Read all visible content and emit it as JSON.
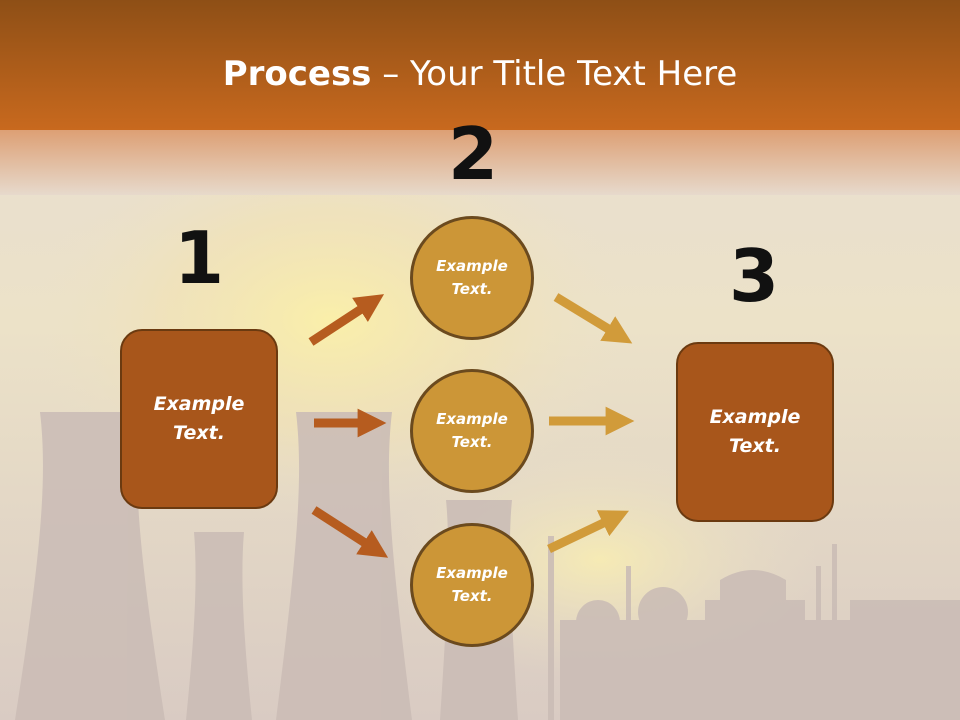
{
  "slide": {
    "title_bold": "Process",
    "title_rest": " – Your Title Text Here"
  },
  "colors": {
    "header_top": "#8e4f16",
    "header_bottom": "#c8691e",
    "box_fill": "#a8561b",
    "circle_fill": "#cc9637",
    "arrow_left": "#b65c1f",
    "arrow_right": "#d19b3a"
  },
  "steps": [
    {
      "number": "1",
      "label": "Example\nText."
    },
    {
      "number": "2",
      "circles": [
        "Example\nText.",
        "Example\nText.",
        "Example\nText."
      ]
    },
    {
      "number": "3",
      "label": "Example\nText."
    }
  ]
}
